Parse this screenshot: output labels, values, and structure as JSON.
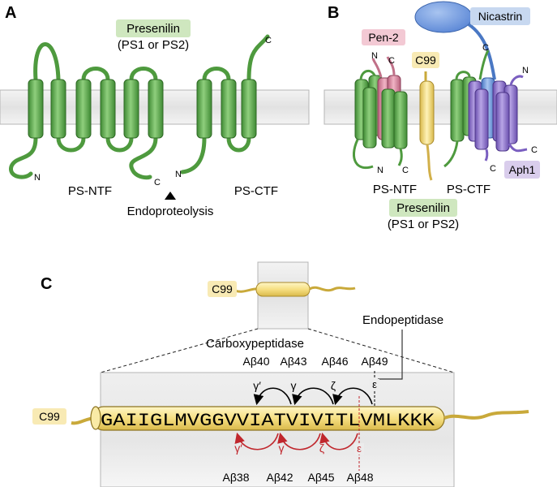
{
  "panels": {
    "a": {
      "letter": "A",
      "presenilin_title": "Presenilin",
      "presenilin_sub": "(PS1 or PS2)",
      "ntf_label": "PS-NTF",
      "ctf_label": "PS-CTF",
      "cleavage_label": "Endoproteolysis",
      "n1": "N",
      "c1": "C",
      "n2": "N",
      "c2": "C"
    },
    "b": {
      "letter": "B",
      "nicastrin": "Nicastrin",
      "pen2": "Pen-2",
      "c99": "C99",
      "aph1": "Aph1",
      "ntf_label": "PS-NTF",
      "ctf_label": "PS-CTF",
      "presenilin_title": "Presenilin",
      "presenilin_sub": "(PS1 or PS2)",
      "termini": [
        "N",
        "C",
        "C",
        "N",
        "C",
        "N",
        "C",
        "C"
      ]
    },
    "c": {
      "letter": "C",
      "c99_top": "C99",
      "c99_side": "C99",
      "endopeptidase": "Endopeptidase",
      "carboxypeptidase": "Carboxypeptidase",
      "sequence": "GAIIGLMVGGVVIATVIVITLVMLKKK",
      "top_products": [
        "Aβ40",
        "Aβ43",
        "Aβ46",
        "Aβ49"
      ],
      "bottom_products": [
        "Aβ38",
        "Aβ42",
        "Aβ45",
        "Aβ48"
      ],
      "top_steps": [
        "γ′",
        "γ",
        "ζ",
        "ε"
      ],
      "bottom_steps": [
        "γ′",
        "γ",
        "ζ",
        "ε"
      ]
    }
  },
  "colors": {
    "presenilin": "#5cab4a",
    "presenilin_label_bg": "#cfe7bf",
    "pen2": "#d4829a",
    "pen2_label_bg": "#f3c9d4",
    "nicastrin": "#6f9ae0",
    "nicastrin_label_bg": "#c7d8f0",
    "aph1": "#8c6fcf",
    "aph1_label_bg": "#d9cdec",
    "c99": "#f3dc7c",
    "c99_label_bg": "#f8eab4",
    "membrane": "#e6e6e6",
    "pathway_black": "#000000",
    "pathway_red": "#c0272d"
  }
}
